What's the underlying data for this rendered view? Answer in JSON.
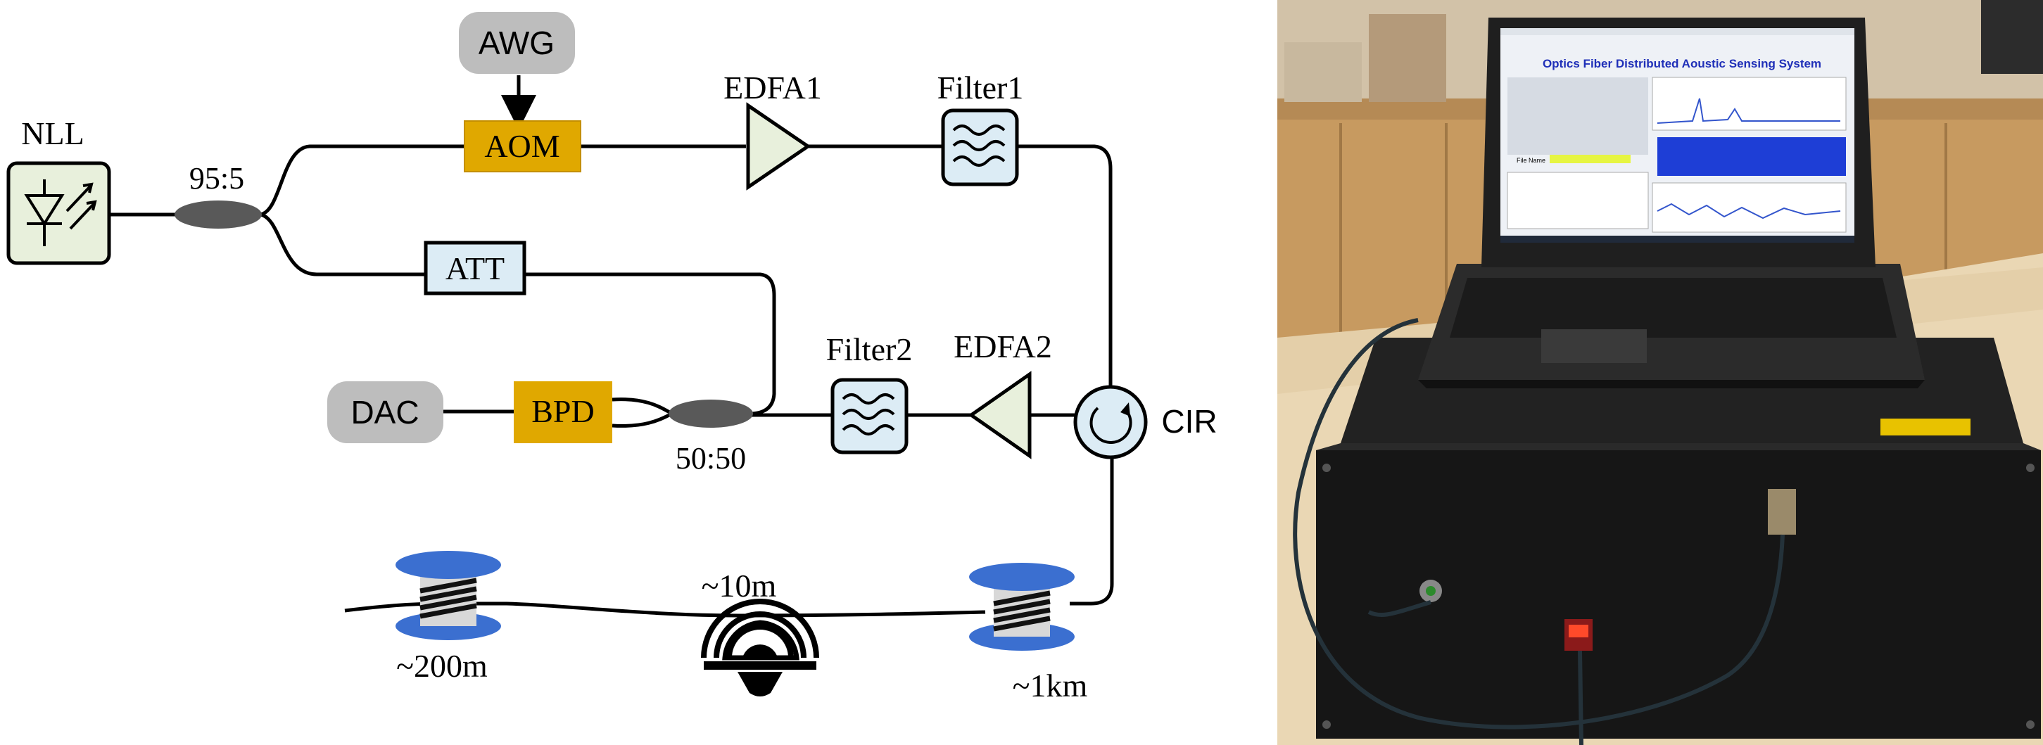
{
  "diagram": {
    "components": {
      "nll": "NLL",
      "awg": "AWG",
      "aom": "AOM",
      "edfa1": "EDFA1",
      "filter1": "Filter1",
      "att": "ATT",
      "coupler_95_5": "95:5",
      "dac": "DAC",
      "bpd": "BPD",
      "coupler_50_50": "50:50",
      "filter2": "Filter2",
      "edfa2": "EDFA2",
      "cir": "CIR"
    },
    "fiber_labels": {
      "spool_200m": "~200m",
      "link_10m": "~10m",
      "spool_1km": "~1km"
    },
    "colors": {
      "gold": "#e0a800",
      "gray_box": "#bdbdbd",
      "light_blue": "#dcecf5",
      "light_green": "#e8f0dc",
      "spool_blue": "#3b6fd0"
    },
    "icons": [
      "laser-diode-icon",
      "filter-wave-icon",
      "amplifier-triangle-icon",
      "circulator-icon",
      "fiber-spool-icon",
      "acoustic-source-icon"
    ]
  },
  "photo": {
    "screen_title": "Optics Fiber Distributed Aoustic Sensing System",
    "file_name_label": "File Name"
  }
}
